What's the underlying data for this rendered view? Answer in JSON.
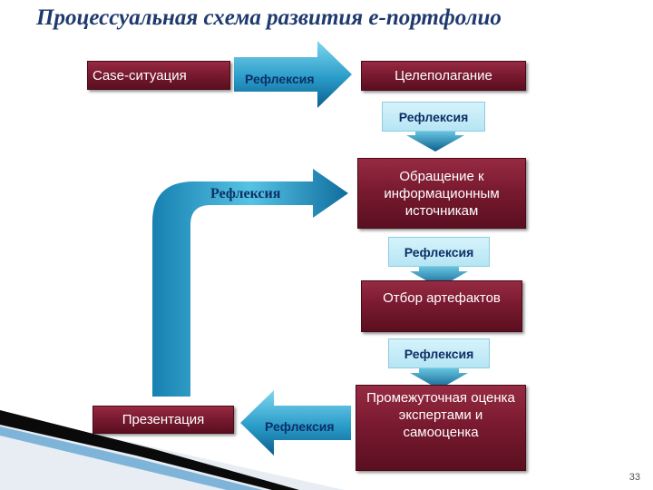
{
  "title": "Процессуальная схема развития е-портфолио",
  "nodes": {
    "case": "Case-ситуация",
    "goal": "Целеполагание",
    "sources": "Обращение к информационным источникам",
    "artifacts": "Отбор артефактов",
    "assessment": "Промежуточная оценка экспертами и самооценка",
    "presentation": "Презентация"
  },
  "reflection_label": "Рефлексия",
  "page_number": "33",
  "colors": {
    "box": "#7a1a30",
    "arrow_light": "#5fc7e6",
    "arrow_dark": "#0c6fa3",
    "label": "#0d2f66",
    "title": "#1f3a6e"
  }
}
